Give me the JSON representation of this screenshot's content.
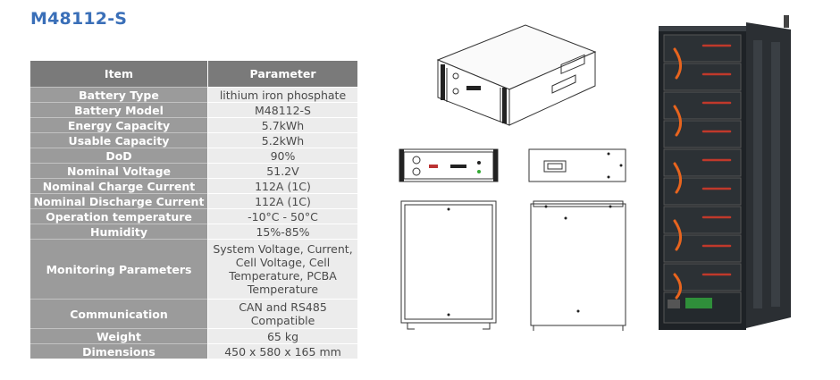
{
  "title": "M48112-S",
  "table": {
    "headers": [
      "Item",
      "Parameter"
    ],
    "rows": [
      {
        "item": "Battery Type",
        "value": "lithium iron phosphate"
      },
      {
        "item": "Battery Model",
        "value": "M48112-S"
      },
      {
        "item": "Energy Capacity",
        "value": "5.7kWh"
      },
      {
        "item": "Usable Capacity",
        "value": "5.2kWh"
      },
      {
        "item": "DoD",
        "value": "90%"
      },
      {
        "item": "Nominal Voltage",
        "value": "51.2V"
      },
      {
        "item": "Nominal Charge Current",
        "value": "112A (1C)"
      },
      {
        "item": "Nominal Discharge Current",
        "value": "112A (1C)"
      },
      {
        "item": "Operation temperature",
        "value": "-10°C - 50°C"
      },
      {
        "item": "Humidity",
        "value": "15%-85%"
      },
      {
        "item": "Monitoring Parameters",
        "value": "System Voltage, Current, Cell Voltage, Cell Temperature, PCBA Temperature"
      },
      {
        "item": "Communication",
        "value": "CAN and RS485 Compatible"
      },
      {
        "item": "Weight",
        "value": "65 kg"
      },
      {
        "item": "Dimensions",
        "value": "450 x 580 x 165 mm"
      }
    ]
  }
}
